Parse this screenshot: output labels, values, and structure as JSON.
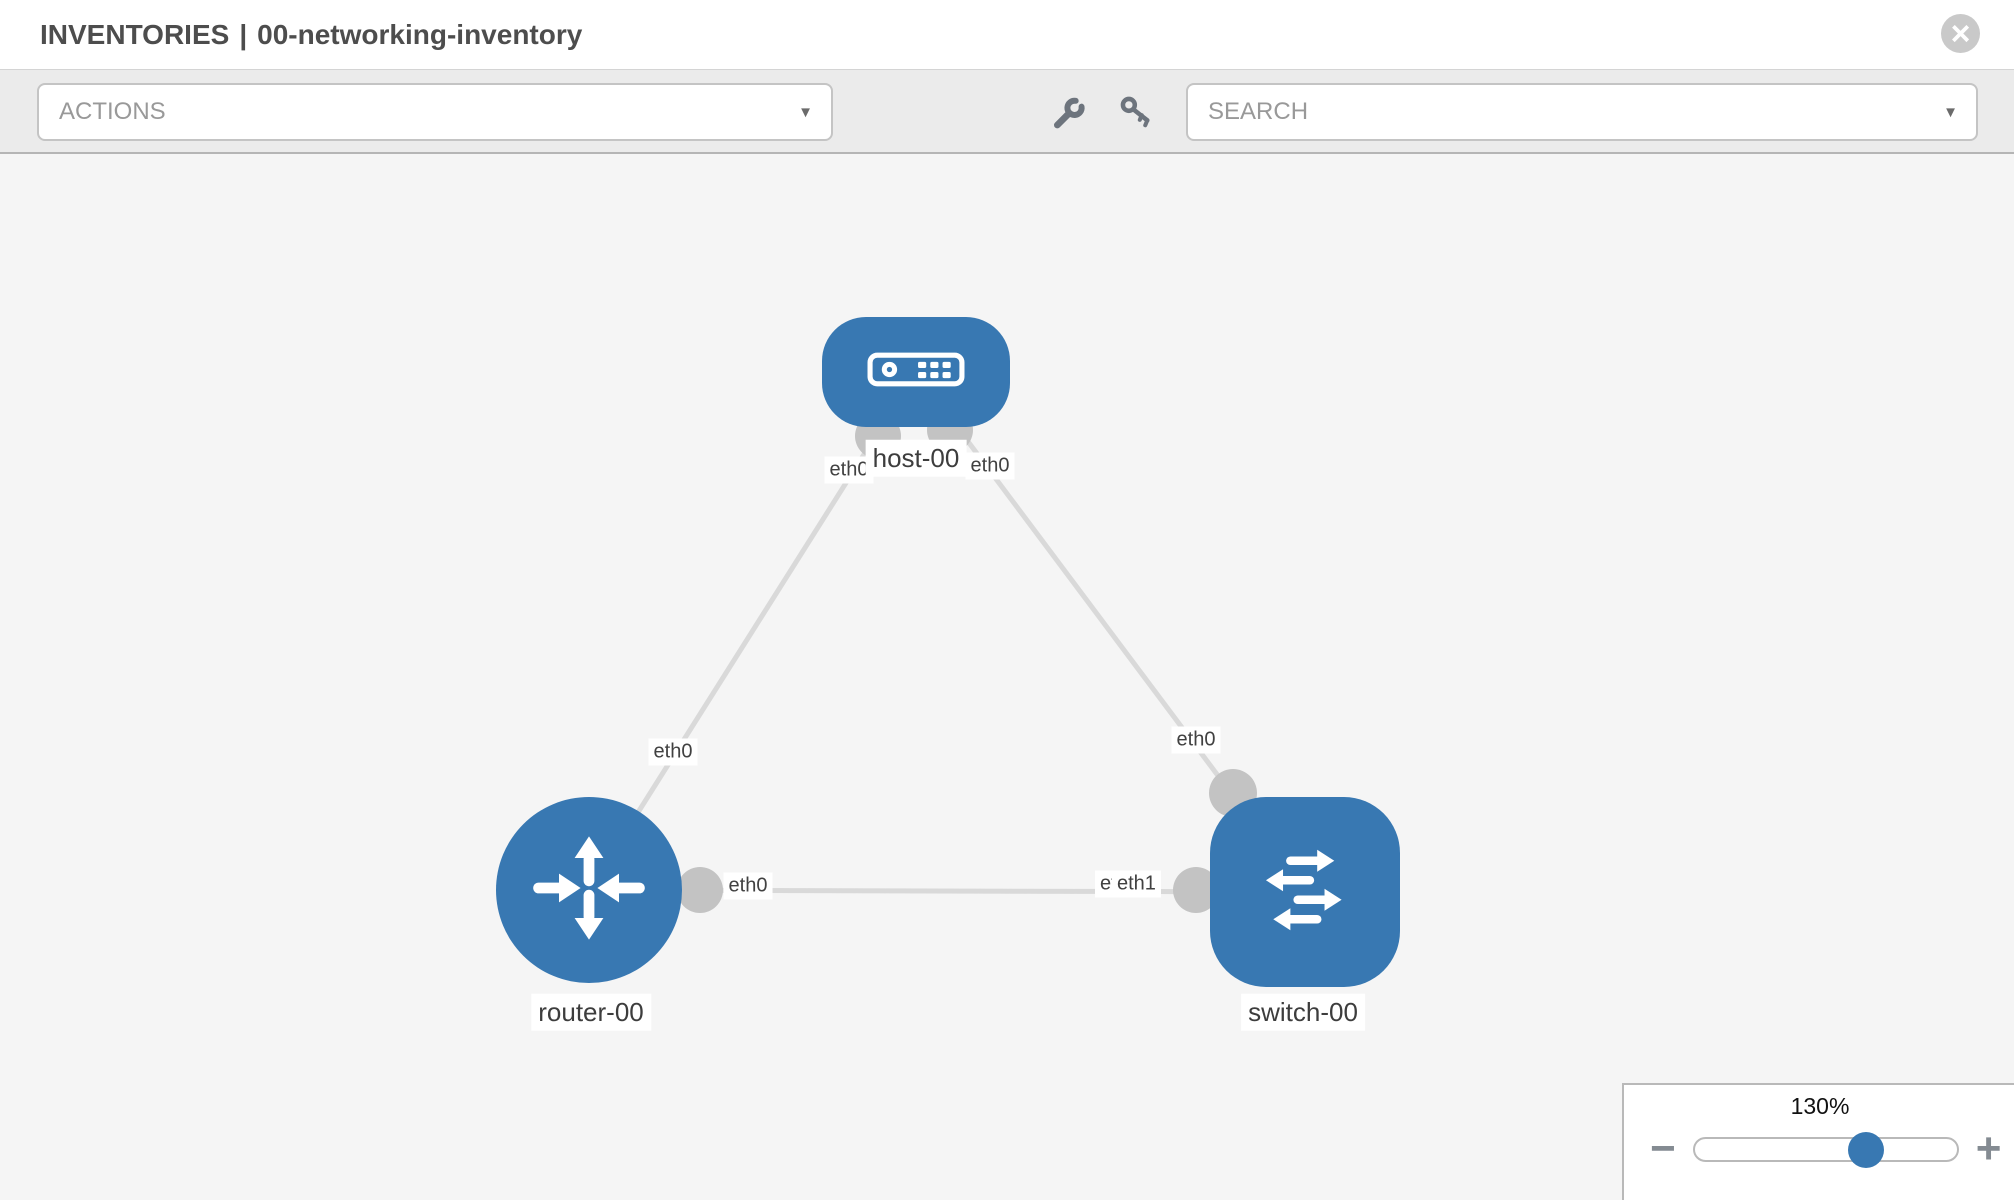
{
  "header": {
    "section": "INVENTORIES",
    "separator": "|",
    "inventory_name": "00-networking-inventory"
  },
  "toolbar": {
    "actions_label": "ACTIONS",
    "search_label": "SEARCH"
  },
  "icons": {
    "close": "×",
    "caret": "▼",
    "wrench": "wrench-icon",
    "key": "key-icon",
    "zoom_out": "−",
    "zoom_in": "+"
  },
  "colors": {
    "node_blue": "#3878b2",
    "port_gray": "#c3c3c3",
    "edge_gray": "#d9d9d9",
    "canvas_bg": "#f5f5f5"
  },
  "topology": {
    "nodes": [
      {
        "id": "host-00",
        "type": "host"
      },
      {
        "id": "router-00",
        "type": "router"
      },
      {
        "id": "switch-00",
        "type": "switch"
      }
    ],
    "links": [
      {
        "from": "host-00",
        "to": "router-00",
        "from_interface": "eth0",
        "to_interface": "eth0"
      },
      {
        "from": "host-00",
        "to": "switch-00",
        "from_interface": "eth0",
        "to_interface": "eth0"
      },
      {
        "from": "router-00",
        "to": "switch-00",
        "from_interface": "eth0",
        "to_interface": "eth1"
      }
    ],
    "interface_labels": [
      "eth0",
      "eth0",
      "eth0",
      "eth0",
      "eth0",
      "eth0",
      "eth1"
    ]
  },
  "zoom_control": {
    "level": "130%"
  }
}
